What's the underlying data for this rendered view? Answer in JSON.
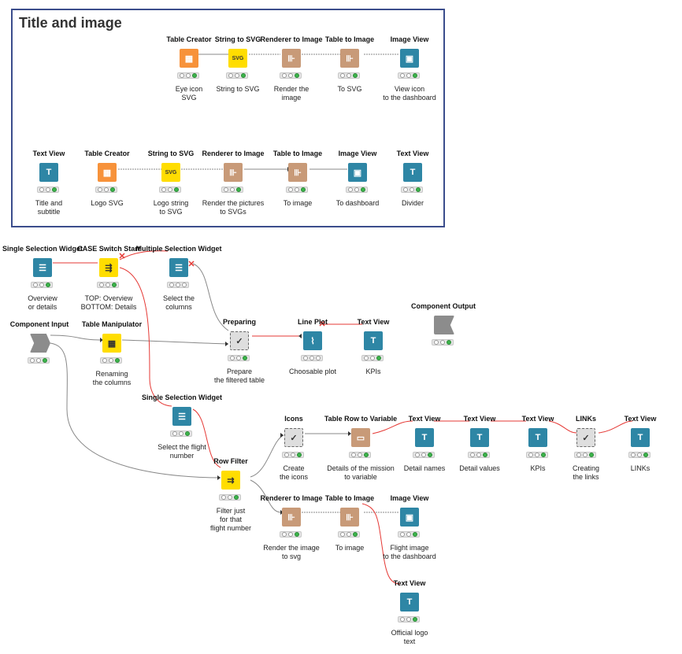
{
  "annotation": {
    "title": "Title and image"
  },
  "nodes": [
    {
      "id": "n1",
      "title": "Table Creator",
      "label": "Eye icon\nSVG",
      "icon": "table-creator-icon",
      "color": "orange",
      "glyph": "▦"
    },
    {
      "id": "n2",
      "title": "String to SVG",
      "label": "String to SVG",
      "icon": "string-to-svg-icon",
      "color": "yellow",
      "glyph": "SVG"
    },
    {
      "id": "n3",
      "title": "Renderer to Image",
      "label": "Render the\nimage",
      "icon": "renderer-icon",
      "color": "brown",
      "glyph": "⊪"
    },
    {
      "id": "n4",
      "title": "Table to Image",
      "label": "To SVG",
      "icon": "table-to-image-icon",
      "color": "brown",
      "glyph": "⊪"
    },
    {
      "id": "n5",
      "title": "Image View",
      "label": "View icon\nto the dashboard",
      "icon": "image-view-icon",
      "color": "teal",
      "glyph": "▣"
    },
    {
      "id": "n6",
      "title": "Text View",
      "label": "Title and\nsubtitle",
      "icon": "text-view-icon",
      "color": "teal",
      "glyph": "T"
    },
    {
      "id": "n7",
      "title": "Table Creator",
      "label": "Logo SVG",
      "icon": "table-creator-icon",
      "color": "orange",
      "glyph": "▦"
    },
    {
      "id": "n8",
      "title": "String to SVG",
      "label": "Logo string\nto SVG",
      "icon": "string-to-svg-icon",
      "color": "yellow",
      "glyph": "SVG"
    },
    {
      "id": "n9",
      "title": "Renderer to Image",
      "label": "Render the pictures\nto SVGs",
      "icon": "renderer-icon",
      "color": "brown",
      "glyph": "⊪"
    },
    {
      "id": "n10",
      "title": "Table to Image",
      "label": "To image",
      "icon": "table-to-image-icon",
      "color": "brown",
      "glyph": "⊪"
    },
    {
      "id": "n11",
      "title": "Image View",
      "label": "To dashboard",
      "icon": "image-view-icon",
      "color": "teal",
      "glyph": "▣"
    },
    {
      "id": "n12",
      "title": "Text View",
      "label": "Divider",
      "icon": "text-view-icon",
      "color": "teal",
      "glyph": "T"
    },
    {
      "id": "n13",
      "title": "Single Selection Widget",
      "label": "Overview\nor details",
      "icon": "single-selection-widget-icon",
      "color": "teal",
      "glyph": "☰"
    },
    {
      "id": "n14",
      "title": "CASE Switch Start",
      "label": "TOP: Overview\nBOTTOM: Details",
      "icon": "case-switch-icon",
      "color": "yellow",
      "glyph": "⇶"
    },
    {
      "id": "n15",
      "title": "Multiple Selection Widget",
      "label": "Select the\ncolumns",
      "icon": "multiple-selection-widget-icon",
      "color": "teal",
      "glyph": "☰"
    },
    {
      "id": "n16",
      "title": "Component Input",
      "label": "",
      "icon": "component-input-icon",
      "color": "comp",
      "glyph": ""
    },
    {
      "id": "n17",
      "title": "Table Manipulator",
      "label": "Renaming\nthe columns",
      "icon": "table-manipulator-icon",
      "color": "yellow",
      "glyph": "▦"
    },
    {
      "id": "n18",
      "title": "Preparing",
      "label": "Prepare\nthe filtered table",
      "icon": "metanode-check-icon",
      "color": "gray",
      "glyph": "✓"
    },
    {
      "id": "n19",
      "title": "Line Plot",
      "label": "Choosable plot",
      "icon": "line-plot-icon",
      "color": "teal",
      "glyph": "⌇"
    },
    {
      "id": "n20",
      "title": "Text View",
      "label": "KPIs",
      "icon": "text-view-icon",
      "color": "teal",
      "glyph": "T"
    },
    {
      "id": "n21",
      "title": "Component Output",
      "label": "",
      "icon": "component-output-icon",
      "color": "comp",
      "glyph": ""
    },
    {
      "id": "n22",
      "title": "Single Selection Widget",
      "label": "Select the flight\nnumber",
      "icon": "single-selection-widget-icon",
      "color": "teal",
      "glyph": "☰"
    },
    {
      "id": "n23",
      "title": "Row Filter",
      "label": "Filter just\nfor that\nflight number",
      "icon": "row-filter-icon",
      "color": "yellow",
      "glyph": "⇉"
    },
    {
      "id": "n24",
      "title": "Icons",
      "label": "Create\nthe icons",
      "icon": "metanode-check-icon",
      "color": "gray",
      "glyph": "✓"
    },
    {
      "id": "n25",
      "title": "Table Row to Variable",
      "label": "Details of the mission\nto variable",
      "icon": "row-to-variable-icon",
      "color": "brown",
      "glyph": "▭"
    },
    {
      "id": "n26",
      "title": "Text View",
      "label": "Detail names",
      "icon": "text-view-icon",
      "color": "teal",
      "glyph": "T"
    },
    {
      "id": "n27",
      "title": "Text View",
      "label": "Detail values",
      "icon": "text-view-icon",
      "color": "teal",
      "glyph": "T"
    },
    {
      "id": "n28",
      "title": "Text View",
      "label": "KPIs",
      "icon": "text-view-icon",
      "color": "teal",
      "glyph": "T"
    },
    {
      "id": "n29",
      "title": "LINKs",
      "label": "Creating\nthe links",
      "icon": "metanode-check-icon",
      "color": "gray",
      "glyph": "✓"
    },
    {
      "id": "n30",
      "title": "Text View",
      "label": "LINKs",
      "icon": "text-view-icon",
      "color": "teal",
      "glyph": "T"
    },
    {
      "id": "n31",
      "title": "Renderer to Image",
      "label": "Render the image\nto svg",
      "icon": "renderer-icon",
      "color": "brown",
      "glyph": "⊪"
    },
    {
      "id": "n32",
      "title": "Table to Image",
      "label": "To image",
      "icon": "table-to-image-icon",
      "color": "brown",
      "glyph": "⊪"
    },
    {
      "id": "n33",
      "title": "Image View",
      "label": "Flight image\nto the dashboard",
      "icon": "image-view-icon",
      "color": "teal",
      "glyph": "▣"
    },
    {
      "id": "n34",
      "title": "Text View",
      "label": "Official logo\ntext",
      "icon": "text-view-icon",
      "color": "teal",
      "glyph": "T"
    }
  ]
}
